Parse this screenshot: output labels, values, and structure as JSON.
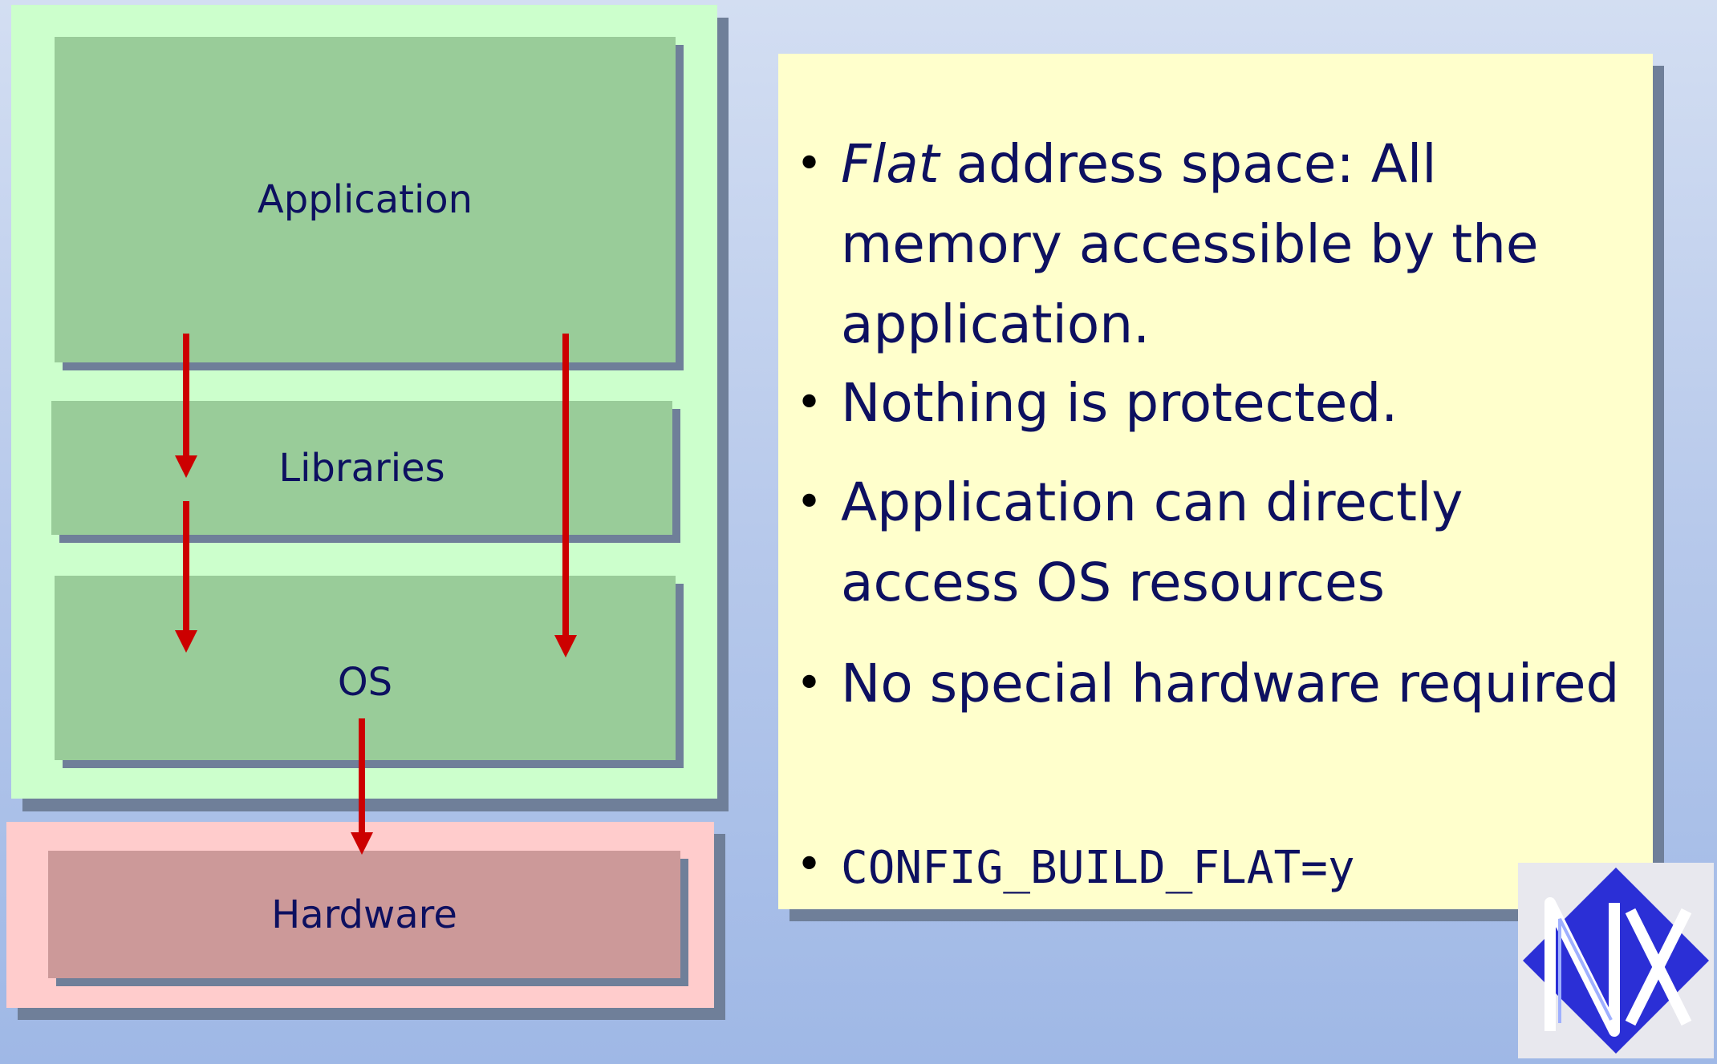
{
  "diagram": {
    "layers": {
      "application": "Application",
      "libraries": "Libraries",
      "os": "OS",
      "hardware": "Hardware"
    }
  },
  "bullets": [
    {
      "emph": "Flat",
      "text": " address space:  All memory accessible by the application."
    },
    {
      "text": "Nothing is protected."
    },
    {
      "text": "Application can directly access OS resources"
    },
    {
      "text": "No special hardware required"
    },
    {
      "text": "CONFIG_BUILD_FLAT=y",
      "style": "code"
    }
  ],
  "colors": {
    "outer_green": "#ccffcc",
    "inner_green": "#99cc99",
    "outer_pink": "#ffcccc",
    "inner_pink": "#cc9999",
    "arrow_red": "#cc0000",
    "text_panel": "#ffffcc",
    "label_text": "#0d1060"
  },
  "logo": {
    "icon": "nuttx-logo-icon"
  }
}
